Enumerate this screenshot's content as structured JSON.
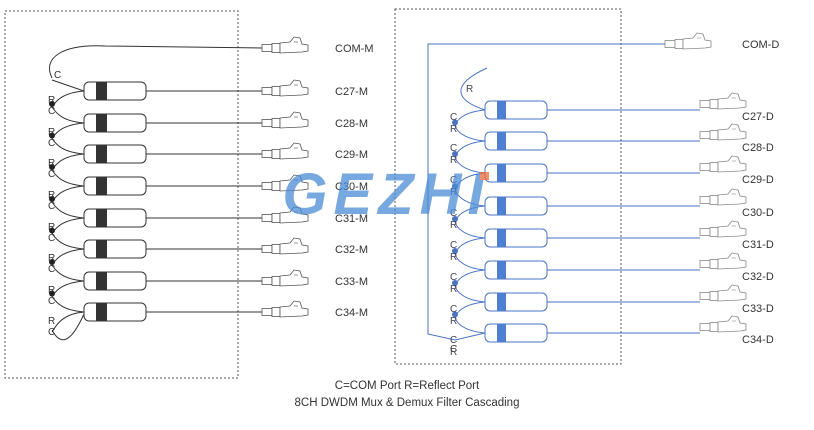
{
  "colors": {
    "mux_line": "#333333",
    "demux_line": "#4a73c4",
    "filter_core_mux": "#333333",
    "filter_core_demux": "#4f7fd0",
    "watermark": "#4a8bd6",
    "watermark_accent": "#ef6b3a",
    "border": "#555555"
  },
  "mux": {
    "com_label": "COM-M",
    "port_C": "C",
    "port_R": "R",
    "channels": [
      "C27-M",
      "C28-M",
      "C29-M",
      "C30-M",
      "C31-M",
      "C32-M",
      "C33-M",
      "C34-M"
    ]
  },
  "demux": {
    "com_label": "COM-D",
    "port_C": "C",
    "port_R": "R",
    "channels": [
      "C27-D",
      "C28-D",
      "C29-D",
      "C30-D",
      "C31-D",
      "C32-D",
      "C33-D",
      "C34-D"
    ]
  },
  "watermark": {
    "text": "GEZHI"
  },
  "legend": {
    "line1": "C=COM Port    R=Reflect Port",
    "line2": "8CH DWDM Mux & Demux Filter Cascading"
  }
}
